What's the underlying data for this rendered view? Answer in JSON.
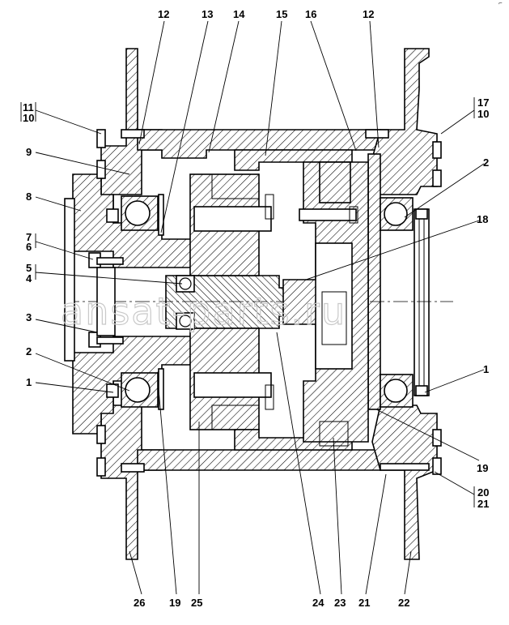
{
  "corner_mark": "⌐",
  "watermark": "ansat-parts.ru",
  "labels": {
    "p1_left": "1",
    "p1_right": "1",
    "p2_left": "2",
    "p2_right": "2",
    "p3": "3",
    "p4": "4",
    "p5": "5",
    "p6": "6",
    "p7": "7",
    "p8": "8",
    "p9": "9",
    "p10_left": "10",
    "p10_right": "10",
    "p11": "11",
    "p12_left": "12",
    "p12_right": "12",
    "p13": "13",
    "p14": "14",
    "p15": "15",
    "p16": "16",
    "p17": "17",
    "p18": "18",
    "p19_right": "19",
    "p19_bottom": "19",
    "p20": "20",
    "p21_side": "21",
    "p21_bottom": "21",
    "p22": "22",
    "p23": "23",
    "p24": "24",
    "p25": "25",
    "p26": "26"
  }
}
